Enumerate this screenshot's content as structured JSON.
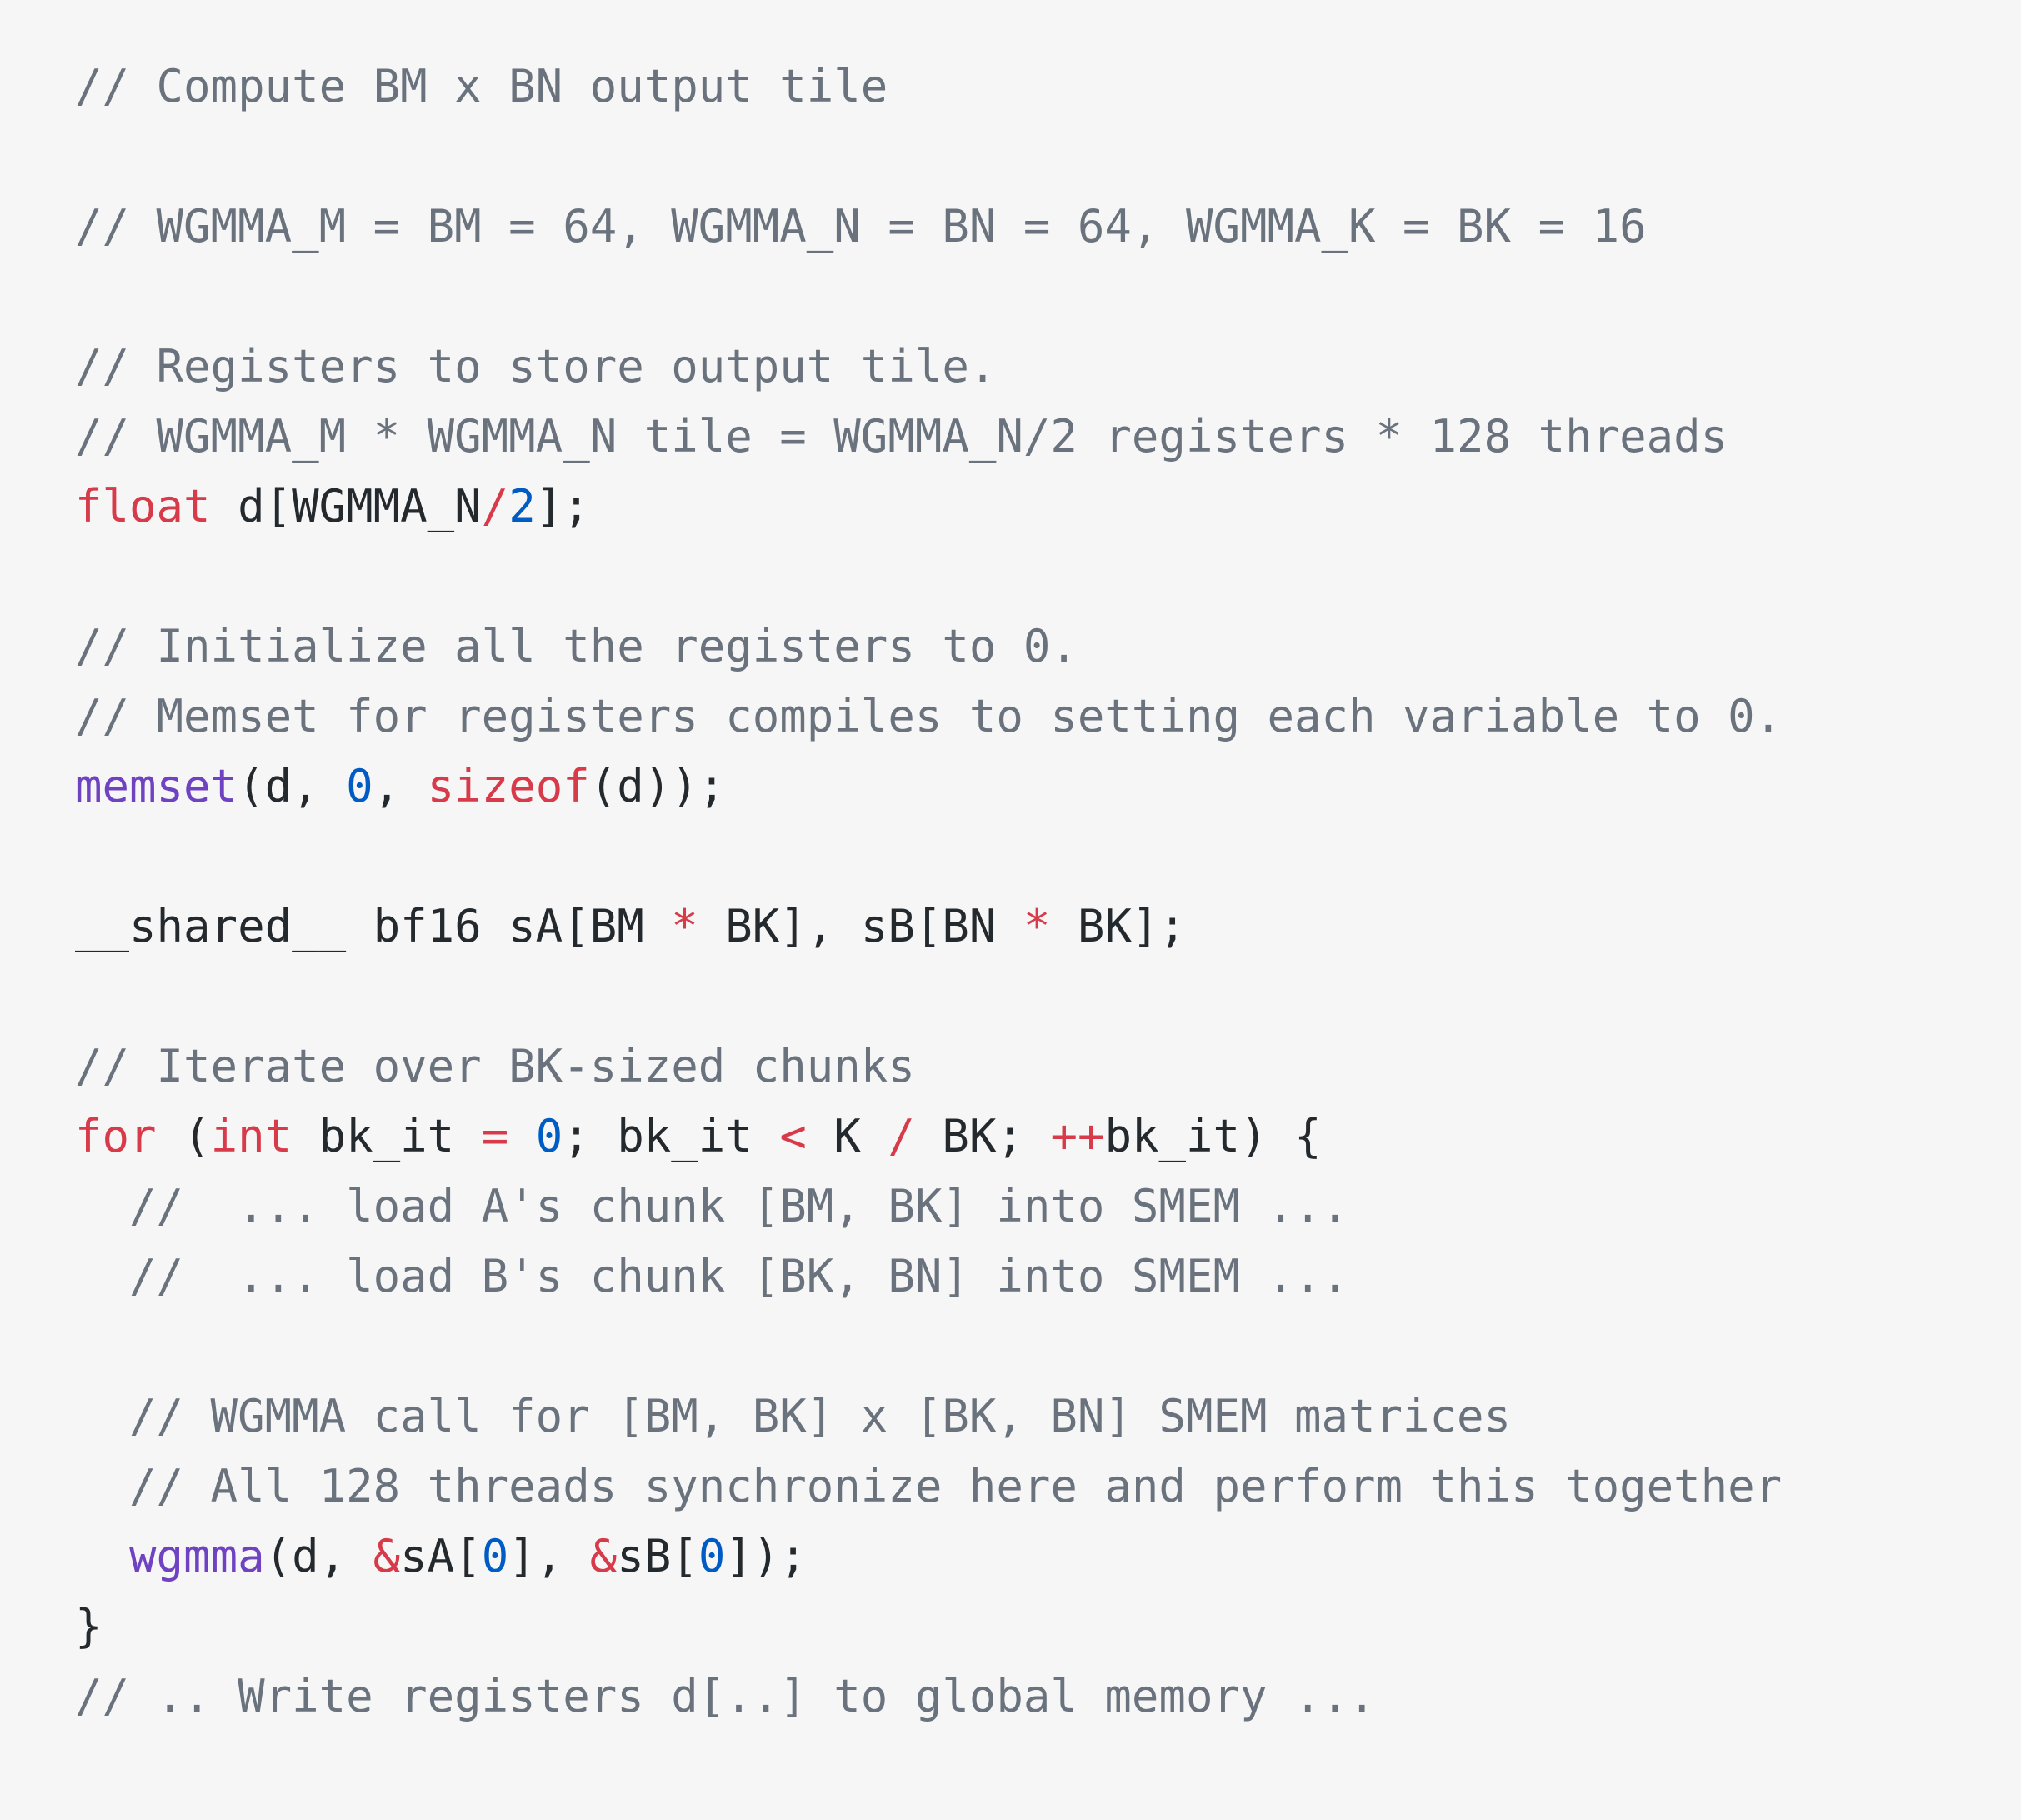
{
  "code_block": {
    "language": "cuda-cpp",
    "background_color": "#f6f6f6",
    "colors": {
      "comment": "#6a737d",
      "plain": "#24292e",
      "keyword": "#d73a49",
      "operator": "#d73a49",
      "number": "#005cc5",
      "function": "#6f42c1"
    },
    "lines": [
      {
        "tokens": [
          {
            "t": "// Compute BM x BN output tile",
            "k": "comment"
          }
        ]
      },
      {
        "tokens": []
      },
      {
        "tokens": [
          {
            "t": "// WGMMA_M = BM = 64, WGMMA_N = BN = 64, WGMMA_K = BK = 16",
            "k": "comment"
          }
        ]
      },
      {
        "tokens": []
      },
      {
        "tokens": [
          {
            "t": "// Registers to store output tile.",
            "k": "comment"
          }
        ]
      },
      {
        "tokens": [
          {
            "t": "// WGMMA_M * WGMMA_N tile = WGMMA_N/2 registers * 128 threads",
            "k": "comment"
          }
        ]
      },
      {
        "tokens": [
          {
            "t": "float",
            "k": "keyword"
          },
          {
            "t": " d[WGMMA_N",
            "k": "plain"
          },
          {
            "t": "/",
            "k": "operator"
          },
          {
            "t": "2",
            "k": "number"
          },
          {
            "t": "];",
            "k": "plain"
          }
        ]
      },
      {
        "tokens": []
      },
      {
        "tokens": [
          {
            "t": "// Initialize all the registers to 0.",
            "k": "comment"
          }
        ]
      },
      {
        "tokens": [
          {
            "t": "// Memset for registers compiles to setting each variable to 0.",
            "k": "comment"
          }
        ]
      },
      {
        "tokens": [
          {
            "t": "memset",
            "k": "function"
          },
          {
            "t": "(d, ",
            "k": "plain"
          },
          {
            "t": "0",
            "k": "number"
          },
          {
            "t": ", ",
            "k": "plain"
          },
          {
            "t": "sizeof",
            "k": "keyword"
          },
          {
            "t": "(d));",
            "k": "plain"
          }
        ]
      },
      {
        "tokens": []
      },
      {
        "tokens": [
          {
            "t": "__shared__ bf16 sA[BM ",
            "k": "plain"
          },
          {
            "t": "*",
            "k": "operator"
          },
          {
            "t": " BK], sB[BN ",
            "k": "plain"
          },
          {
            "t": "*",
            "k": "operator"
          },
          {
            "t": " BK];",
            "k": "plain"
          }
        ]
      },
      {
        "tokens": []
      },
      {
        "tokens": [
          {
            "t": "// Iterate over BK-sized chunks",
            "k": "comment"
          }
        ]
      },
      {
        "tokens": [
          {
            "t": "for",
            "k": "keyword"
          },
          {
            "t": " (",
            "k": "plain"
          },
          {
            "t": "int",
            "k": "keyword"
          },
          {
            "t": " bk_it ",
            "k": "plain"
          },
          {
            "t": "=",
            "k": "operator"
          },
          {
            "t": " ",
            "k": "plain"
          },
          {
            "t": "0",
            "k": "number"
          },
          {
            "t": "; bk_it ",
            "k": "plain"
          },
          {
            "t": "<",
            "k": "operator"
          },
          {
            "t": " K ",
            "k": "plain"
          },
          {
            "t": "/",
            "k": "operator"
          },
          {
            "t": " BK; ",
            "k": "plain"
          },
          {
            "t": "++",
            "k": "operator"
          },
          {
            "t": "bk_it) {",
            "k": "plain"
          }
        ]
      },
      {
        "tokens": [
          {
            "t": "  //  ... load A's chunk [BM, BK] into SMEM ...",
            "k": "comment"
          }
        ]
      },
      {
        "tokens": [
          {
            "t": "  //  ... load B's chunk [BK, BN] into SMEM ...",
            "k": "comment"
          }
        ]
      },
      {
        "tokens": []
      },
      {
        "tokens": [
          {
            "t": "  // WGMMA call for [BM, BK] x [BK, BN] SMEM matrices",
            "k": "comment"
          }
        ]
      },
      {
        "tokens": [
          {
            "t": "  // All 128 threads synchronize here and perform this together",
            "k": "comment"
          }
        ]
      },
      {
        "tokens": [
          {
            "t": "  ",
            "k": "plain"
          },
          {
            "t": "wgmma",
            "k": "function"
          },
          {
            "t": "(d, ",
            "k": "plain"
          },
          {
            "t": "&",
            "k": "operator"
          },
          {
            "t": "sA[",
            "k": "plain"
          },
          {
            "t": "0",
            "k": "number"
          },
          {
            "t": "], ",
            "k": "plain"
          },
          {
            "t": "&",
            "k": "operator"
          },
          {
            "t": "sB[",
            "k": "plain"
          },
          {
            "t": "0",
            "k": "number"
          },
          {
            "t": "]);",
            "k": "plain"
          }
        ]
      },
      {
        "tokens": [
          {
            "t": "}",
            "k": "plain"
          }
        ]
      },
      {
        "tokens": [
          {
            "t": "// .. Write registers d[..] to global memory ...",
            "k": "comment"
          }
        ]
      }
    ]
  }
}
